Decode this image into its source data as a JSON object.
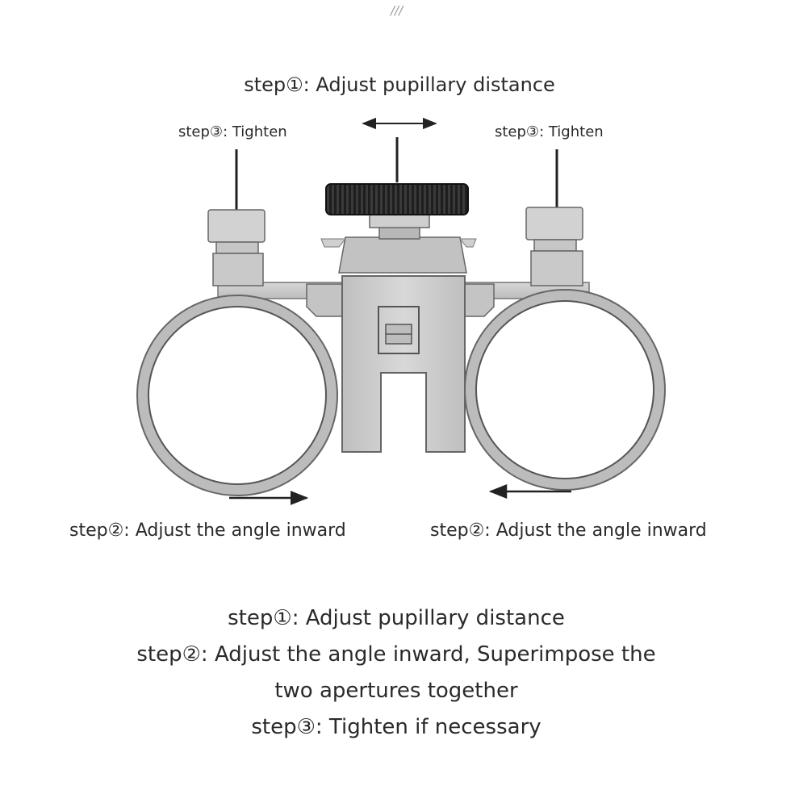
{
  "top_mark": "///",
  "callouts": {
    "step1": "step①: Adjust pupillary distance",
    "tighten_left": "step③: Tighten",
    "tighten_right": "step③: Tighten",
    "angle_left": "step②: Adjust the angle inward",
    "angle_right": "step②: Adjust the angle inward"
  },
  "instructions": [
    "step①: Adjust pupillary distance",
    "step②: Adjust the angle inward, Superimpose the",
    "two apertures together",
    "step③: Tighten if necessary"
  ],
  "colors": {
    "metal": "#c9c9c9",
    "metal_dark": "#9c9c9c",
    "outline": "#555555",
    "knob": "#2e2e2e",
    "lens_glass": "#ffffff",
    "text": "#2a2a2a"
  }
}
